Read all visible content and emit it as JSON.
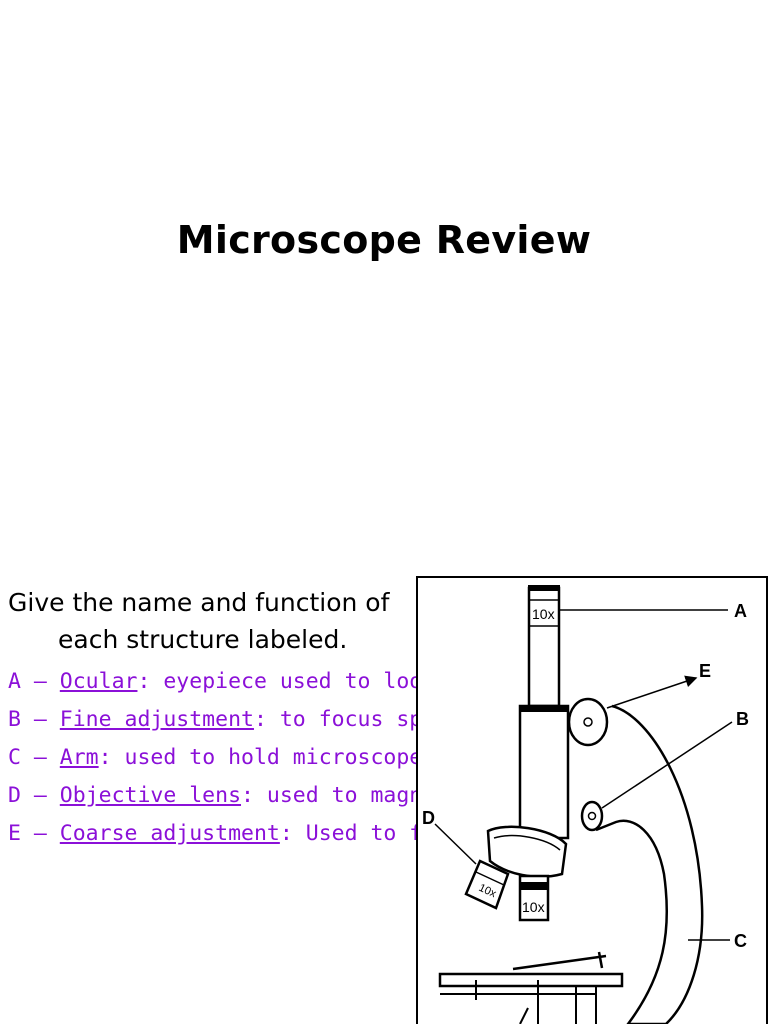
{
  "slide": {
    "title": "Microscope Review",
    "intro": "Give the name and function of each structure labeled.",
    "items": [
      {
        "letter": "A",
        "dash": " – ",
        "term": "Ocular",
        "description": ": eyepiece used to look at specimen"
      },
      {
        "letter": "B",
        "dash": " – ",
        "term": "Fine adjustment",
        "description": ": to focus specimen under high power"
      },
      {
        "letter": "C",
        "dash": " – ",
        "term": "Arm",
        "description": ": used to hold microscope"
      },
      {
        "letter": "D",
        "dash": " – ",
        "term": "Objective lens",
        "description": ": used to magnify image"
      },
      {
        "letter": "E",
        "dash": " – ",
        "term": "Coarse adjustment",
        "description": ": Used to focus specimen under low power"
      }
    ],
    "accent_color": "#8b10d8"
  },
  "diagram": {
    "labels": {
      "a": "A",
      "b": "B",
      "c": "C",
      "d": "D",
      "e": "E"
    },
    "ocular_marking": "10x",
    "objective_marking": "10x"
  }
}
